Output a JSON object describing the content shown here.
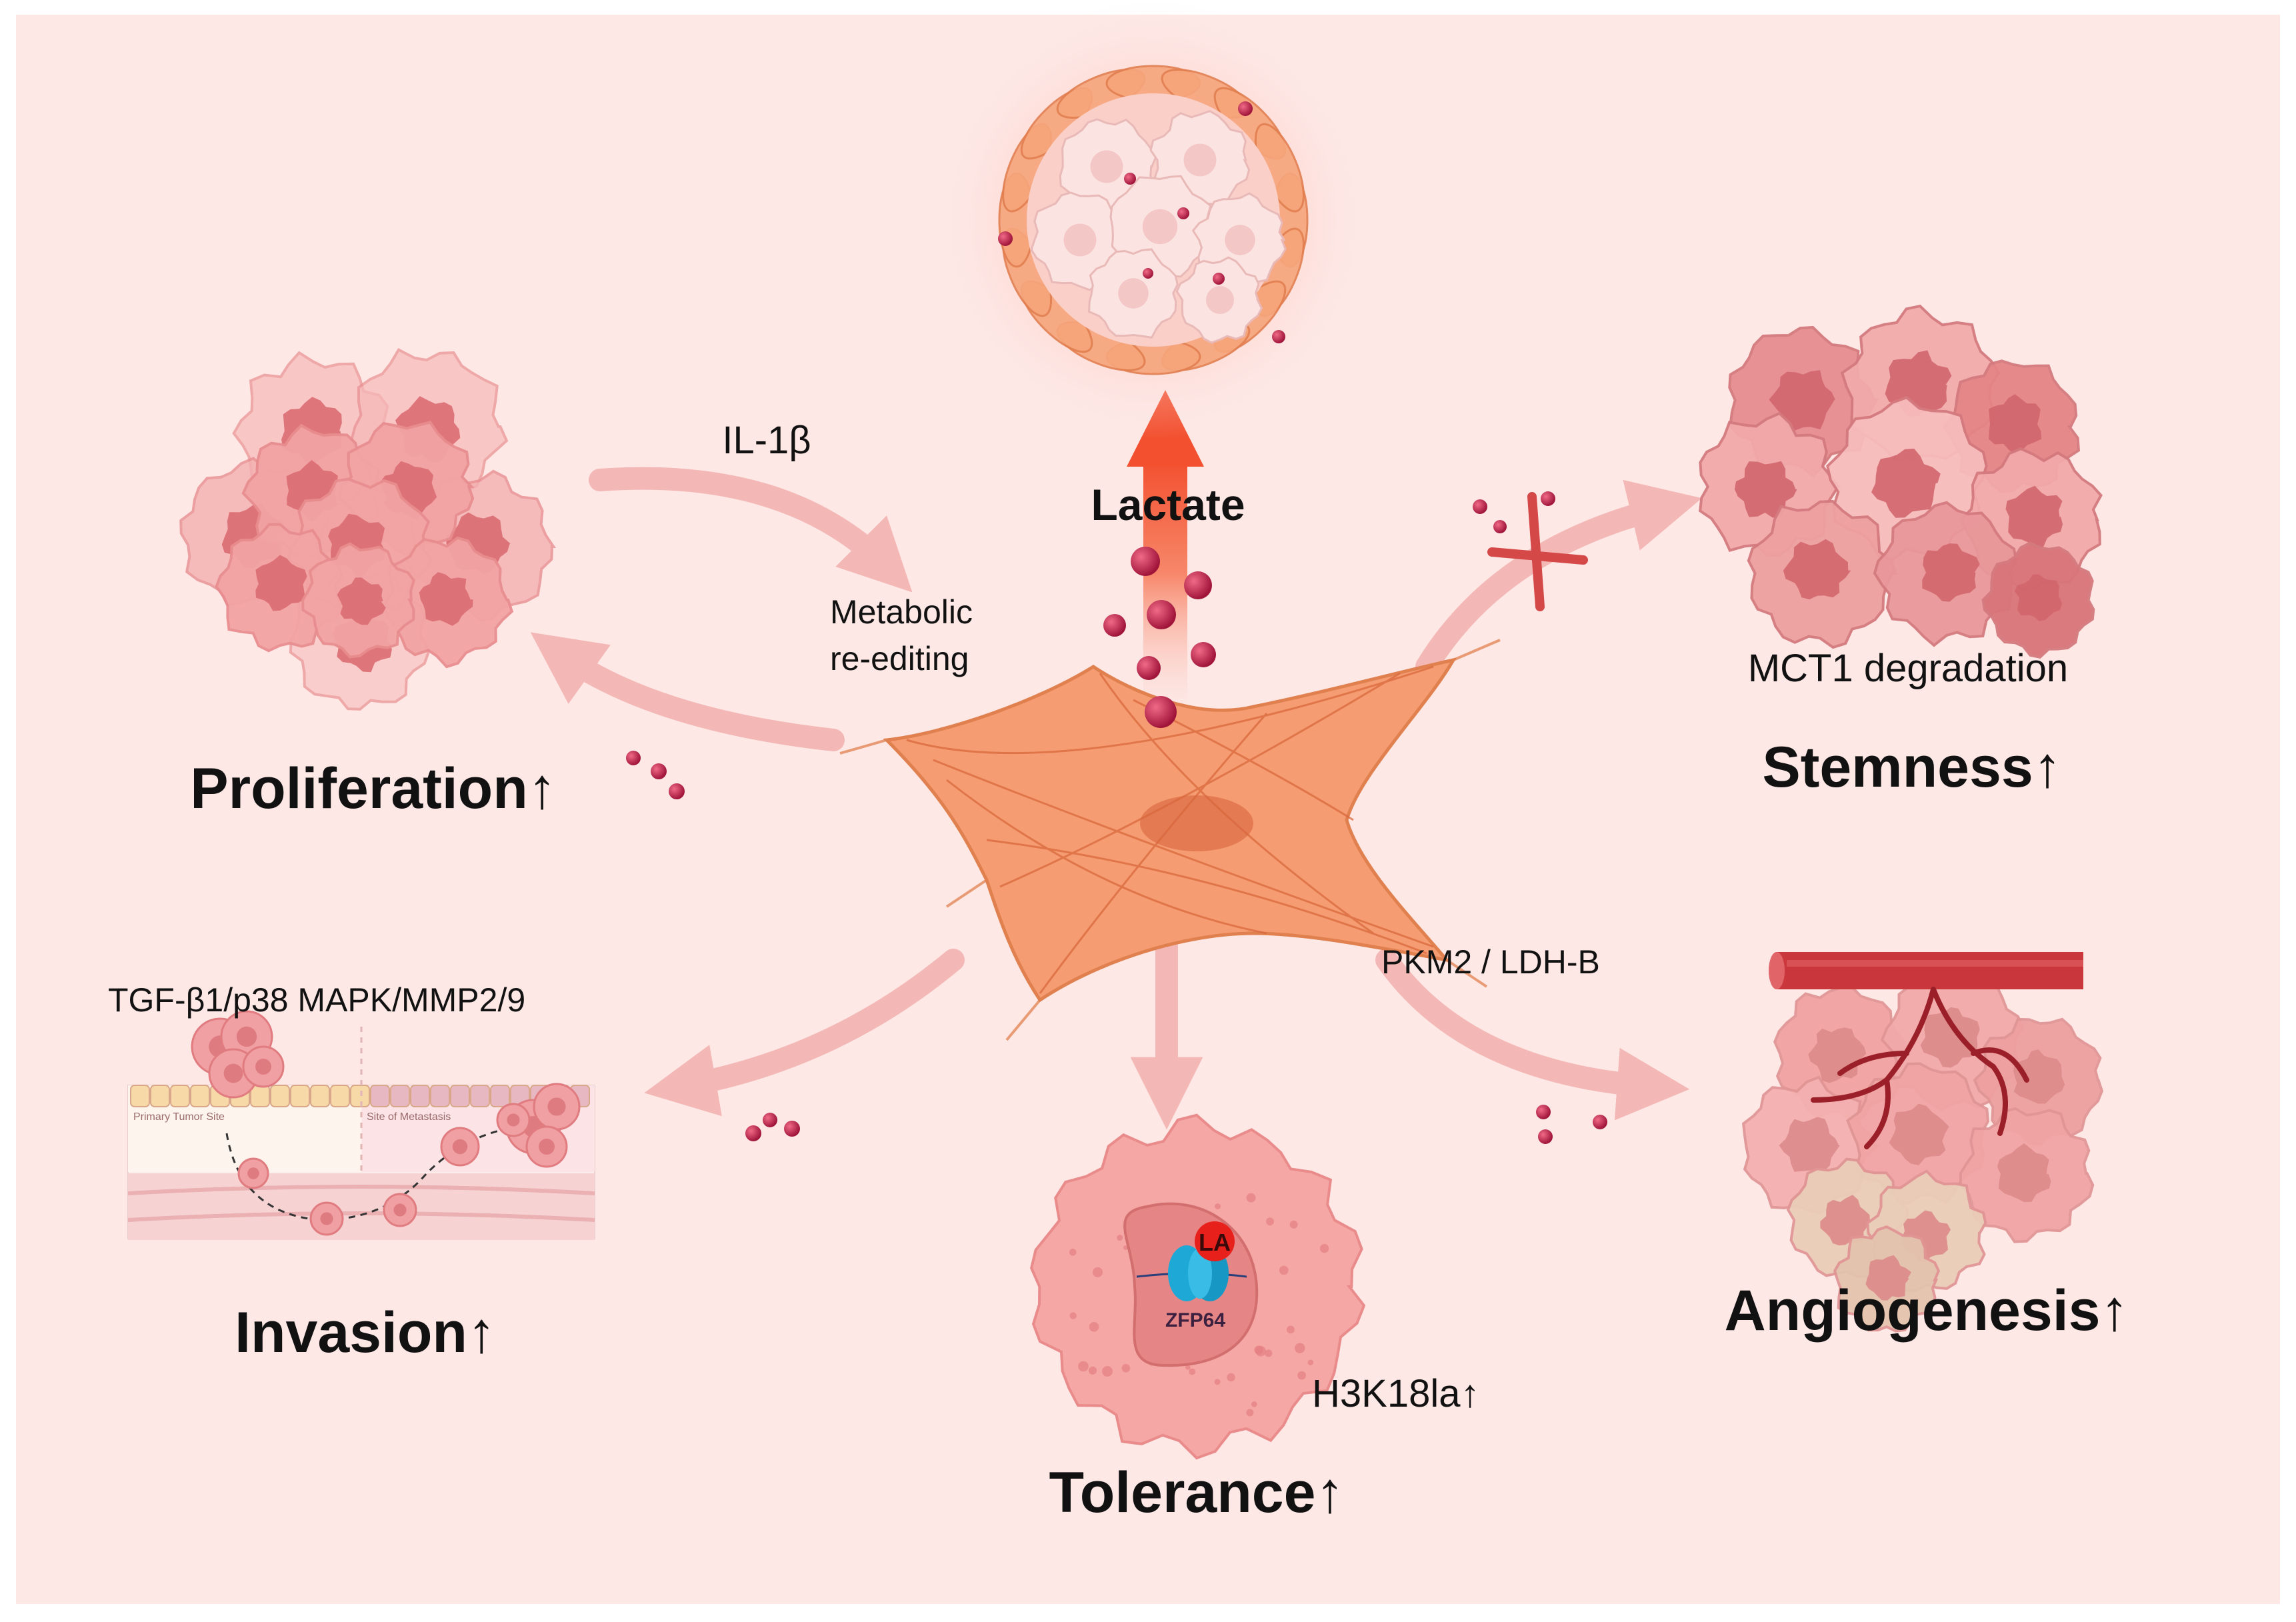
{
  "labels": {
    "lactate": "Lactate",
    "il1b": "IL-1β",
    "metabolic_line1": "Metabolic",
    "metabolic_line2": "re-editing",
    "mct1": "MCT1 degradation",
    "pkm2": "PKM2 / LDH-B",
    "tgf": "TGF-β1/p38 MAPK/MMP2/9",
    "h3k18": "H3K18la↑",
    "la": "LA",
    "zfp64": "ZFP64",
    "primary_site": "Primary Tumor Site",
    "metastasis_site": "Site of Metastasis"
  },
  "outcomes": {
    "proliferation": "Proliferation↑",
    "stemness": "Stemness↑",
    "invasion": "Invasion↑",
    "tolerance": "Tolerance↑",
    "angiogenesis": "Angiogenesis↑"
  },
  "colors": {
    "background": "#fde8e6",
    "frame": "#ffffff",
    "caf": "#f59c72",
    "caf_dark": "#d9683c",
    "tumor_cell": "#f2a3a3",
    "tumor_nucleus": "#d96b72",
    "lactate_dot": "#c2264a",
    "arrow": "#f3b7b5",
    "lactate_arrow": "#f25c3d",
    "vessel": "#c9363c",
    "cross": "#d44848",
    "la_badge": "#e8201c",
    "histone": "#1ea8d6"
  }
}
